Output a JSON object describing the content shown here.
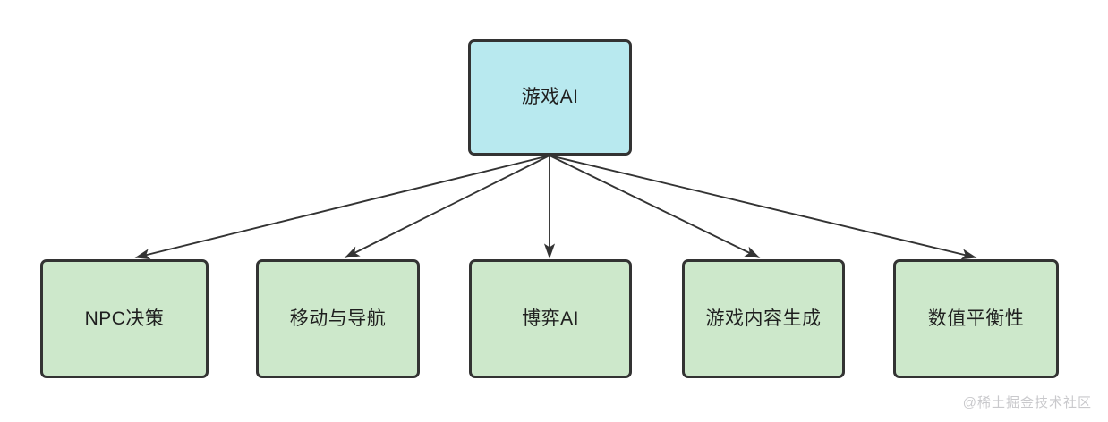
{
  "diagram": {
    "type": "tree",
    "root": {
      "id": "root",
      "label": "游戏AI",
      "fill": "#b8e9ef",
      "stroke": "#333333"
    },
    "children": [
      {
        "id": "c0",
        "label": "NPC决策",
        "fill": "#cde8cb",
        "stroke": "#333333"
      },
      {
        "id": "c1",
        "label": "移动与导航",
        "fill": "#cde8cb",
        "stroke": "#333333"
      },
      {
        "id": "c2",
        "label": "博弈AI",
        "fill": "#cde8cb",
        "stroke": "#333333"
      },
      {
        "id": "c3",
        "label": "游戏内容生成",
        "fill": "#cde8cb",
        "stroke": "#333333"
      },
      {
        "id": "c4",
        "label": "数值平衡性",
        "fill": "#cde8cb",
        "stroke": "#333333"
      }
    ],
    "edges": [
      {
        "from": "root",
        "to": "c0",
        "arrow": "to"
      },
      {
        "from": "root",
        "to": "c1",
        "arrow": "to"
      },
      {
        "from": "root",
        "to": "c2",
        "arrow": "to"
      },
      {
        "from": "root",
        "to": "c3",
        "arrow": "to"
      },
      {
        "from": "root",
        "to": "c4",
        "arrow": "to"
      }
    ]
  },
  "watermark": {
    "text": "@稀土掘金技术社区"
  }
}
